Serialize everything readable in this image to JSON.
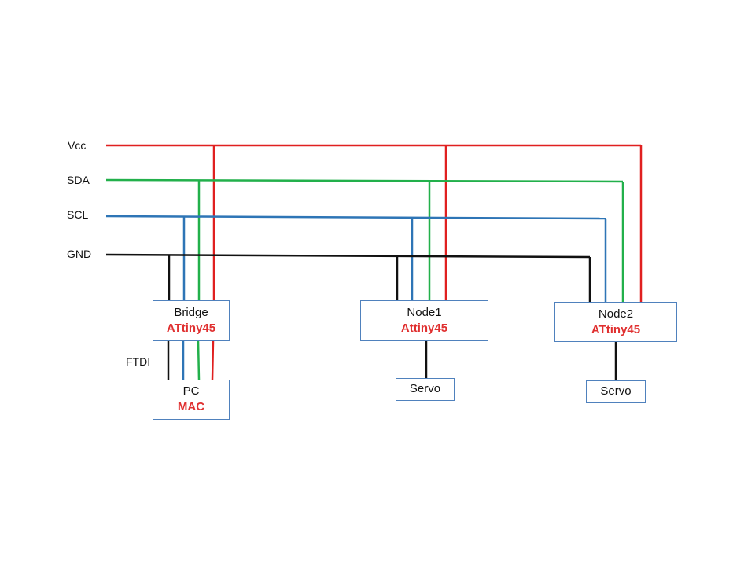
{
  "buses": {
    "vcc": {
      "label": "Vcc",
      "color": "#e02020"
    },
    "sda": {
      "label": "SDA",
      "color": "#22b04b"
    },
    "scl": {
      "label": "SCL",
      "color": "#2e75b6"
    },
    "gnd": {
      "label": "GND",
      "color": "#111111"
    }
  },
  "link_label": "FTDI",
  "nodes": {
    "bridge": {
      "name": "Bridge",
      "chip": "ATtiny45"
    },
    "pc": {
      "name": "PC",
      "chip": "MAC"
    },
    "node1": {
      "name": "Node1",
      "chip": "Attiny45"
    },
    "node2": {
      "name": "Node2",
      "chip": "ATtiny45"
    },
    "servo1": {
      "name": "Servo"
    },
    "servo2": {
      "name": "Servo"
    }
  }
}
